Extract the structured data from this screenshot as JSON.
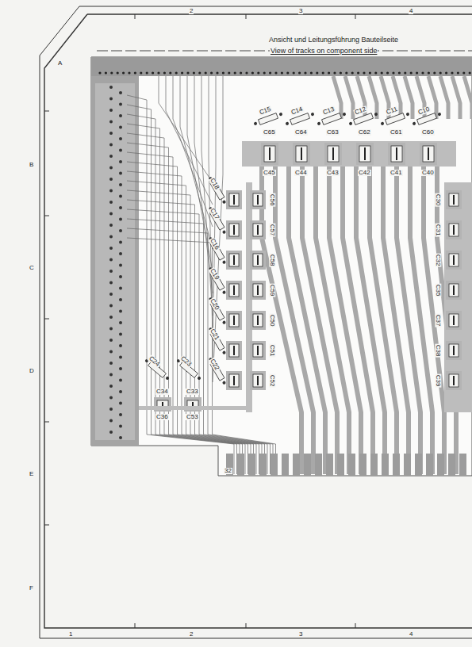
{
  "diagram": {
    "title": "Ansicht und Leitungsführung Bauteilseite",
    "labels": [
      "View of tracks on component side",
      "A",
      "B",
      "C",
      "D",
      "E",
      "F",
      "2",
      "3",
      "4",
      "1",
      "2",
      "3",
      "4",
      "32",
      "C15",
      "C14",
      "C13",
      "C12",
      "C11",
      "C10",
      "C65",
      "C64",
      "C63",
      "C62",
      "C61",
      "C60",
      "C45",
      "C44",
      "C43",
      "C42",
      "C41",
      "C40",
      "C18",
      "C17",
      "C16",
      "C19",
      "C20",
      "C21",
      "C22",
      "C56",
      "C57",
      "C58",
      "C59",
      "C50",
      "C51",
      "C52",
      "C24",
      "C23",
      "C34",
      "C33",
      "C36",
      "C53",
      "C30",
      "C31",
      "C32",
      "C35",
      "C37",
      "C38",
      "C39"
    ]
  }
}
